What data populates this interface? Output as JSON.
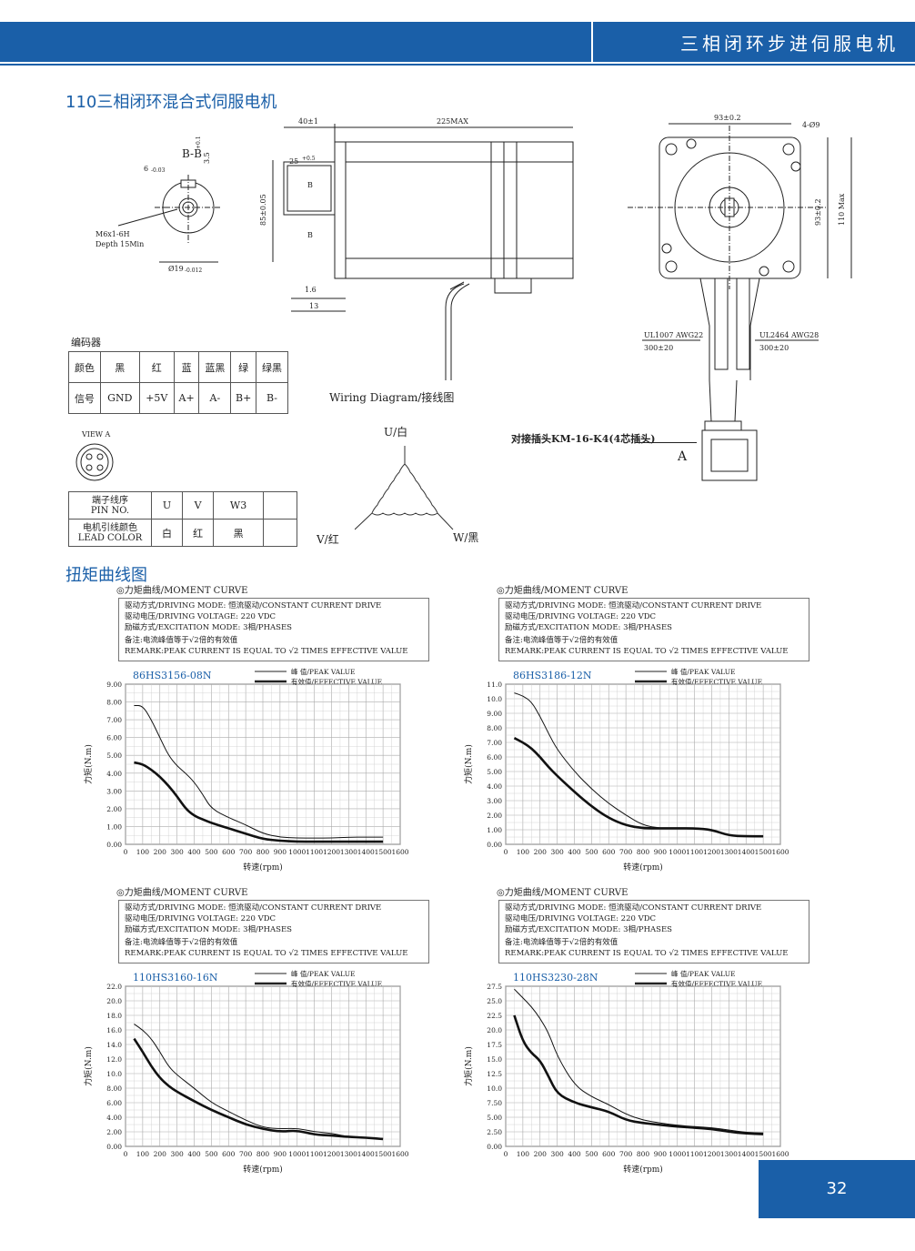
{
  "header": {
    "title": "三相闭环步进伺服电机"
  },
  "section1": {
    "title": "110三相闭环混合式伺服电机"
  },
  "drawing": {
    "bb_label": "B-B",
    "keyway": "6",
    "keyway_tol": "-0.03",
    "flat": "3.5",
    "flat_tol": "+0.1",
    "thread": "M6x1-6H",
    "depth": "Depth 15Min",
    "shaft_dia": "Ø19",
    "shaft_tol": "-0.012",
    "len_40": "40±1",
    "len_225": "225MAX",
    "dia_85": "85±0.05",
    "key_25": "25",
    "key_25_tol": "+0.5",
    "b_mark": "B",
    "dim_1_6": "1.6",
    "dim_13": "13",
    "sq_93_top": "93±0.2",
    "holes": "4-Ø9",
    "sq_93_side": "93±0.2",
    "max_110": "110 Max",
    "cable1": "UL1007 AWG22",
    "cable1_len": "300±20",
    "cable2": "UL2464 AWG28",
    "cable2_len": "300±20",
    "connector": "对接插头KM-16-K4(4芯插头)",
    "view_a_mark": "A"
  },
  "encoder": {
    "label": "编码器",
    "rows": [
      [
        "颜色",
        "黑",
        "红",
        "蓝",
        "蓝黑",
        "绿",
        "绿黑"
      ],
      [
        "信号",
        "GND",
        "+5V",
        "A+",
        "A-",
        "B+",
        "B-"
      ]
    ]
  },
  "wiring": {
    "title": "Wiring  Diagram/接线图",
    "u": "U/白",
    "v": "V/红",
    "w": "W/黑"
  },
  "view_a": {
    "label": "VIEW A"
  },
  "pins": {
    "rows": [
      [
        "端子线序\nPIN NO.",
        "U",
        "V",
        "W3",
        ""
      ],
      [
        "电机引线颜色\nLEAD COLOR",
        "白",
        "红",
        "黑",
        ""
      ]
    ]
  },
  "section2": {
    "title": "扭矩曲线图"
  },
  "spec": {
    "heading": "◎力矩曲线/MOMENT CURVE",
    "line1": "驱动方式/DRIVING MODE: 恒流驱动/CONSTANT CURRENT DRIVE",
    "line2": "驱动电压/DRIVING VOLTAGE: 220 VDC",
    "line3": "励磁方式/EXCITATION MODE: 3相/PHASES",
    "line4": "备注:电流峰值等于√2倍的有效值",
    "line5": "REMARK:PEAK CURRENT IS EQUAL TO √2 TIMES EFFECTIVE VALUE",
    "legend_peak": "峰  值/PEAK VALUE",
    "legend_eff": "有效值/EFFECTIVE VALUE",
    "xlabel": "转速(rpm)",
    "ylabel": "力矩(N.m)"
  },
  "chart_data": [
    {
      "type": "line",
      "title": "86HS3156-08N",
      "xlabel": "转速(rpm)",
      "ylabel": "力矩(N.m)",
      "xlim": [
        0,
        1600
      ],
      "ylim": [
        0,
        9
      ],
      "yticks": [
        0,
        1,
        2,
        3,
        4,
        5,
        6,
        7,
        8,
        9
      ],
      "ytick_labels": [
        "0.00",
        "1.00",
        "2.00",
        "3.00",
        "4.00",
        "5.00",
        "6.00",
        "7.00",
        "8.00",
        "9.00"
      ],
      "xticks": [
        0,
        100,
        200,
        300,
        400,
        500,
        600,
        700,
        800,
        900,
        1000,
        1100,
        1200,
        1300,
        1400,
        1500,
        1600
      ],
      "series": [
        {
          "name": "峰  值/PEAK VALUE",
          "x": [
            50,
            100,
            150,
            200,
            250,
            300,
            350,
            400,
            450,
            500,
            600,
            700,
            800,
            900,
            1000,
            1100,
            1200,
            1300,
            1400,
            1500
          ],
          "y": [
            7.8,
            7.8,
            7.0,
            6.0,
            5.0,
            4.4,
            4.0,
            3.5,
            2.8,
            2.0,
            1.5,
            1.1,
            0.6,
            0.4,
            0.35,
            0.35,
            0.35,
            0.4,
            0.4,
            0.4
          ]
        },
        {
          "name": "有效值/EFFECTIVE VALUE",
          "x": [
            50,
            100,
            150,
            200,
            250,
            300,
            350,
            400,
            450,
            500,
            600,
            700,
            800,
            900,
            1000,
            1100,
            1200,
            1300,
            1400,
            1500
          ],
          "y": [
            4.6,
            4.5,
            4.2,
            3.8,
            3.3,
            2.7,
            2.0,
            1.6,
            1.4,
            1.2,
            0.9,
            0.6,
            0.3,
            0.2,
            0.15,
            0.15,
            0.15,
            0.15,
            0.15,
            0.15
          ]
        }
      ]
    },
    {
      "type": "line",
      "title": "86HS3186-12N",
      "xlabel": "转速(rpm)",
      "ylabel": "力矩(N.m)",
      "xlim": [
        0,
        1600
      ],
      "ylim": [
        0,
        11
      ],
      "yticks": [
        0,
        1,
        2,
        3,
        4,
        5,
        6,
        7,
        8,
        9,
        10,
        11
      ],
      "ytick_labels": [
        "0.00",
        "1.00",
        "2.00",
        "3.00",
        "4.00",
        "5.00",
        "6.00",
        "7.00",
        "8.00",
        "9.00",
        "10.0",
        "11.0"
      ],
      "xticks": [
        0,
        100,
        200,
        300,
        400,
        500,
        600,
        700,
        800,
        900,
        1000,
        1100,
        1200,
        1300,
        1400,
        1500,
        1600
      ],
      "series": [
        {
          "name": "峰  值/PEAK VALUE",
          "x": [
            50,
            100,
            150,
            200,
            250,
            300,
            400,
            500,
            600,
            700,
            800,
            900,
            1000,
            1100,
            1200,
            1300,
            1400,
            1500
          ],
          "y": [
            10.4,
            10.2,
            9.8,
            8.8,
            7.6,
            6.5,
            5.0,
            3.8,
            2.8,
            2.0,
            1.3,
            1.1,
            1.1,
            1.1,
            1.0,
            0.6,
            0.55,
            0.55
          ]
        },
        {
          "name": "有效值/EFFECTIVE VALUE",
          "x": [
            50,
            100,
            150,
            200,
            250,
            300,
            400,
            500,
            600,
            700,
            800,
            900,
            1000,
            1100,
            1200,
            1300,
            1400,
            1500
          ],
          "y": [
            7.3,
            7.0,
            6.6,
            6.0,
            5.3,
            4.7,
            3.6,
            2.6,
            1.8,
            1.3,
            1.1,
            1.1,
            1.1,
            1.1,
            1.0,
            0.6,
            0.55,
            0.55
          ]
        }
      ]
    },
    {
      "type": "line",
      "title": "110HS3160-16N",
      "xlabel": "转速(rpm)",
      "ylabel": "力矩(N.m)",
      "xlim": [
        0,
        1600
      ],
      "ylim": [
        0,
        22
      ],
      "yticks": [
        0,
        2,
        4,
        6,
        8,
        10,
        12,
        14,
        16,
        18,
        20,
        22
      ],
      "ytick_labels": [
        "0.00",
        "2.00",
        "4.00",
        "6.00",
        "8.00",
        "10.0",
        "12.0",
        "14.0",
        "16.0",
        "18.0",
        "20.0",
        "22.0"
      ],
      "xticks": [
        0,
        100,
        200,
        300,
        400,
        500,
        600,
        700,
        800,
        900,
        1000,
        1100,
        1200,
        1300,
        1400,
        1500,
        1600
      ],
      "series": [
        {
          "name": "峰  值/PEAK VALUE",
          "x": [
            50,
            100,
            150,
            200,
            250,
            300,
            400,
            500,
            600,
            700,
            800,
            900,
            1000,
            1100,
            1200,
            1300,
            1400,
            1500
          ],
          "y": [
            16.8,
            16.0,
            14.8,
            13.0,
            11.0,
            9.8,
            8.0,
            6.0,
            4.8,
            3.6,
            2.6,
            2.4,
            2.5,
            2.0,
            1.8,
            1.3,
            1.2,
            1.1
          ]
        },
        {
          "name": "有效值/EFFECTIVE VALUE",
          "x": [
            50,
            100,
            150,
            200,
            250,
            300,
            400,
            500,
            600,
            700,
            800,
            900,
            1000,
            1100,
            1200,
            1300,
            1400,
            1500
          ],
          "y": [
            14.8,
            13.0,
            11.0,
            9.4,
            8.3,
            7.5,
            6.2,
            5.0,
            4.0,
            3.0,
            2.4,
            2.0,
            2.2,
            1.6,
            1.5,
            1.3,
            1.2,
            1.0
          ]
        }
      ]
    },
    {
      "type": "line",
      "title": "110HS3230-28N",
      "xlabel": "转速(rpm)",
      "ylabel": "力矩(N.m)",
      "xlim": [
        0,
        1600
      ],
      "ylim": [
        0,
        27.5
      ],
      "yticks": [
        0,
        2.5,
        5,
        7.5,
        10,
        12.5,
        15,
        17.5,
        20,
        22.5,
        25,
        27.5
      ],
      "ytick_labels": [
        "0.00",
        "2.50",
        "5.00",
        "7.50",
        "10.0",
        "12.5",
        "15.0",
        "17.5",
        "20.0",
        "22.5",
        "25.0",
        "27.5"
      ],
      "xticks": [
        0,
        100,
        200,
        300,
        400,
        500,
        600,
        700,
        800,
        900,
        1000,
        1100,
        1200,
        1300,
        1400,
        1500,
        1600
      ],
      "series": [
        {
          "name": "峰  值/PEAK VALUE",
          "x": [
            50,
            100,
            150,
            200,
            250,
            300,
            400,
            500,
            600,
            700,
            800,
            900,
            1000,
            1100,
            1200,
            1300,
            1400,
            1500
          ],
          "y": [
            27,
            25.5,
            24,
            22,
            19.5,
            15.5,
            10.5,
            8.5,
            7.2,
            5.5,
            4.5,
            4.0,
            3.6,
            3.4,
            3.2,
            2.8,
            2.4,
            2.3
          ]
        },
        {
          "name": "有效值/EFFECTIVE VALUE",
          "x": [
            50,
            100,
            150,
            200,
            250,
            300,
            400,
            500,
            600,
            700,
            800,
            900,
            1000,
            1100,
            1200,
            1300,
            1400,
            1500
          ],
          "y": [
            22.5,
            18,
            16,
            14.8,
            12,
            9,
            7.5,
            6.7,
            6.0,
            4.5,
            4.0,
            3.7,
            3.4,
            3.2,
            3.0,
            2.5,
            2.2,
            2.1
          ]
        }
      ]
    }
  ],
  "footer": {
    "page": "32"
  }
}
